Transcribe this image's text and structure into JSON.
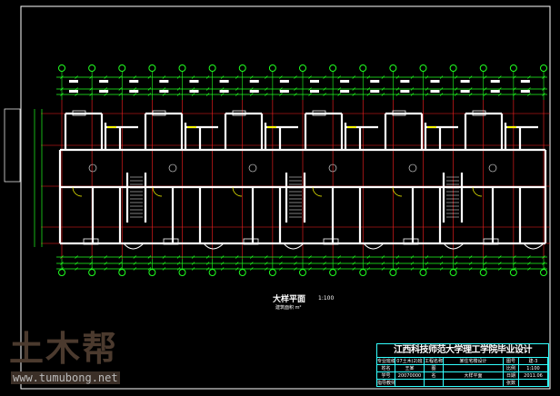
{
  "drawing": {
    "plan_title": "大样平面",
    "plan_scale": "1:100",
    "plan_subtitle": "建筑面积 m²",
    "axis_count": 17
  },
  "title_block": {
    "school": "江西科技师范大学理工学院毕业设计",
    "cells": [
      "专业班级",
      "07土木(2)班",
      "工程名称",
      "某住宅楼设计",
      "图号",
      "建-3",
      "姓名",
      "王某",
      "图",
      "",
      "比例",
      "1:100",
      "学号",
      "20070000",
      "名",
      "大样平面",
      "日期",
      "2011.06",
      "指导教师",
      "",
      "",
      "",
      "张数",
      ""
    ]
  },
  "watermark": {
    "logo": "土木帮",
    "url": "www.tumubong.net"
  },
  "colors": {
    "wall": "#ffffff",
    "axis": "#ff2020",
    "dim": "#20ff20",
    "frame": "#33ffff",
    "door": "#ffff00"
  }
}
